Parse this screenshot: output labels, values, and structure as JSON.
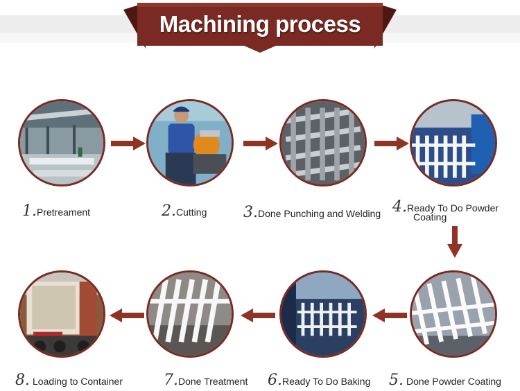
{
  "title": "Machining process",
  "steps": [
    {
      "num": "1.",
      "label": "Pretreament",
      "label_line2": ""
    },
    {
      "num": "2.",
      "label": "Cutting",
      "label_line2": ""
    },
    {
      "num": "3.",
      "label": "Done Punching and Welding",
      "label_line2": ""
    },
    {
      "num": "4.",
      "label": "Ready To Do Powder",
      "label_line2": "Coating"
    },
    {
      "num": "5.",
      "label": "Done Powder Coating",
      "label_line2": ""
    },
    {
      "num": "6.",
      "label": "Ready To Do Baking",
      "label_line2": ""
    },
    {
      "num": "7.",
      "label": "Done Treatment",
      "label_line2": ""
    },
    {
      "num": "8.",
      "label": "Loading to Container",
      "label_line2": ""
    }
  ],
  "colors": {
    "banner": "#7a2a22",
    "arrow": "#8f3324",
    "ring": "#7a2a22"
  }
}
